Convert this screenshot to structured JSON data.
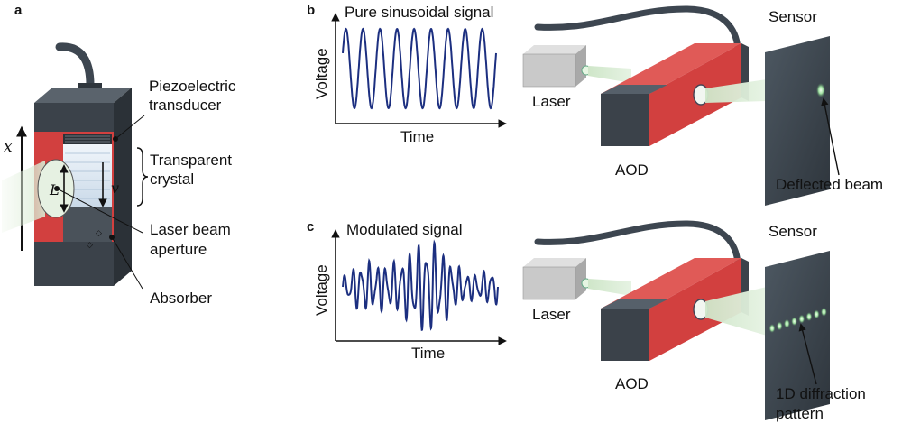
{
  "panels": {
    "a": {
      "letter": "a",
      "axis_symbol": "x",
      "length_symbol": "L",
      "velocity_symbol": "v",
      "labels": {
        "transducer_line1": "Piezoelectric",
        "transducer_line2": "transducer",
        "crystal_line1": "Transparent",
        "crystal_line2": "crystal",
        "aperture_line1": "Laser beam",
        "aperture_line2": "aperture",
        "absorber": "Absorber"
      }
    },
    "b": {
      "letter": "b",
      "signal_title": "Pure sinusoidal signal",
      "ylabel": "Voltage",
      "xlabel": "Time",
      "laser": "Laser",
      "aod": "AOD",
      "sensor": "Sensor",
      "beam_label": "Deflected beam"
    },
    "c": {
      "letter": "c",
      "signal_title": "Modulated signal",
      "ylabel": "Voltage",
      "xlabel": "Time",
      "laser": "Laser",
      "aod": "AOD",
      "sensor": "Sensor",
      "pattern_line1": "1D diffraction",
      "pattern_line2": "pattern"
    }
  },
  "colors": {
    "aod_red": "#d2403f",
    "dark_gray": "#3b424a",
    "cable": "#3d4650",
    "wave": "#1c2f80",
    "beam": "#d8efd6",
    "laser_box": "#c9c9c9"
  }
}
